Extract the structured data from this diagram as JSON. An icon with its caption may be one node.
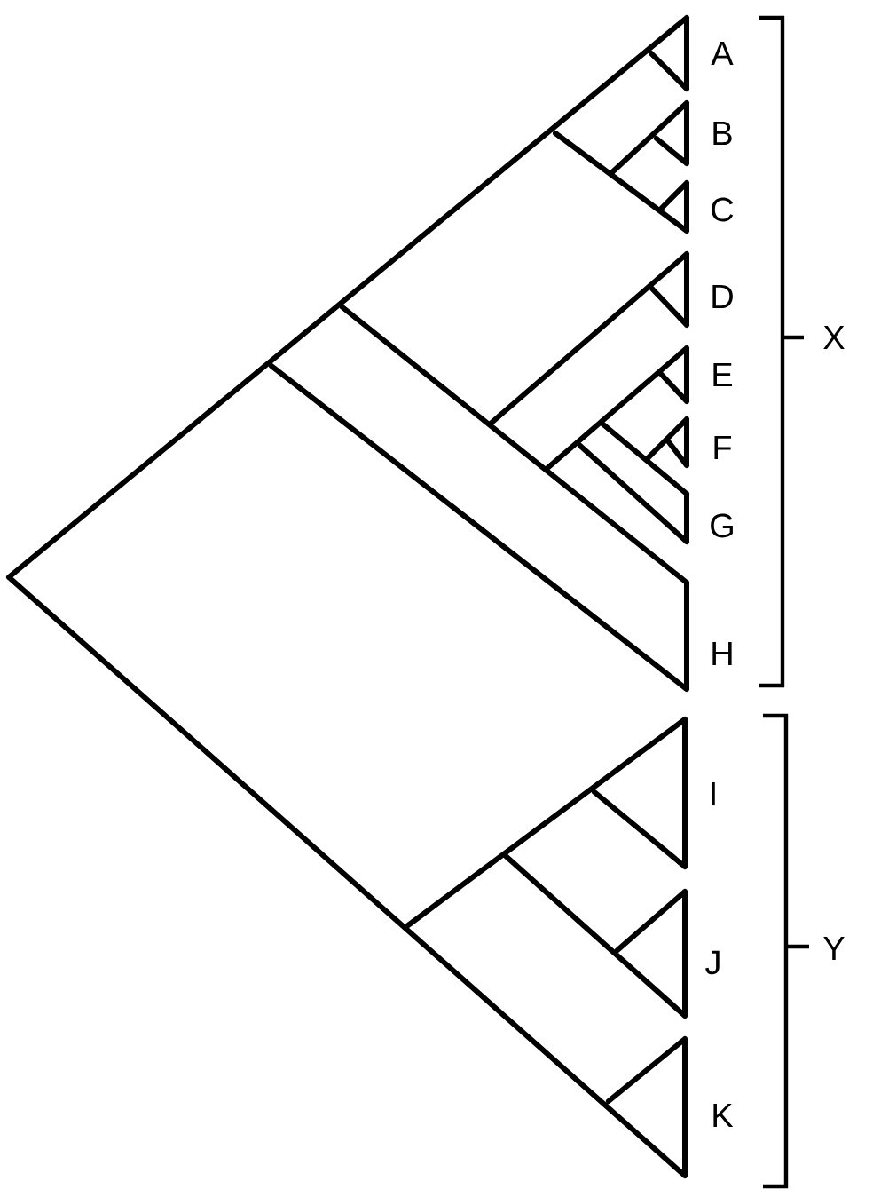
{
  "diagram": {
    "labels": [
      "A",
      "B",
      "C",
      "D",
      "E",
      "F",
      "G",
      "H",
      "I",
      "J",
      "K",
      "X",
      "Y"
    ]
  }
}
